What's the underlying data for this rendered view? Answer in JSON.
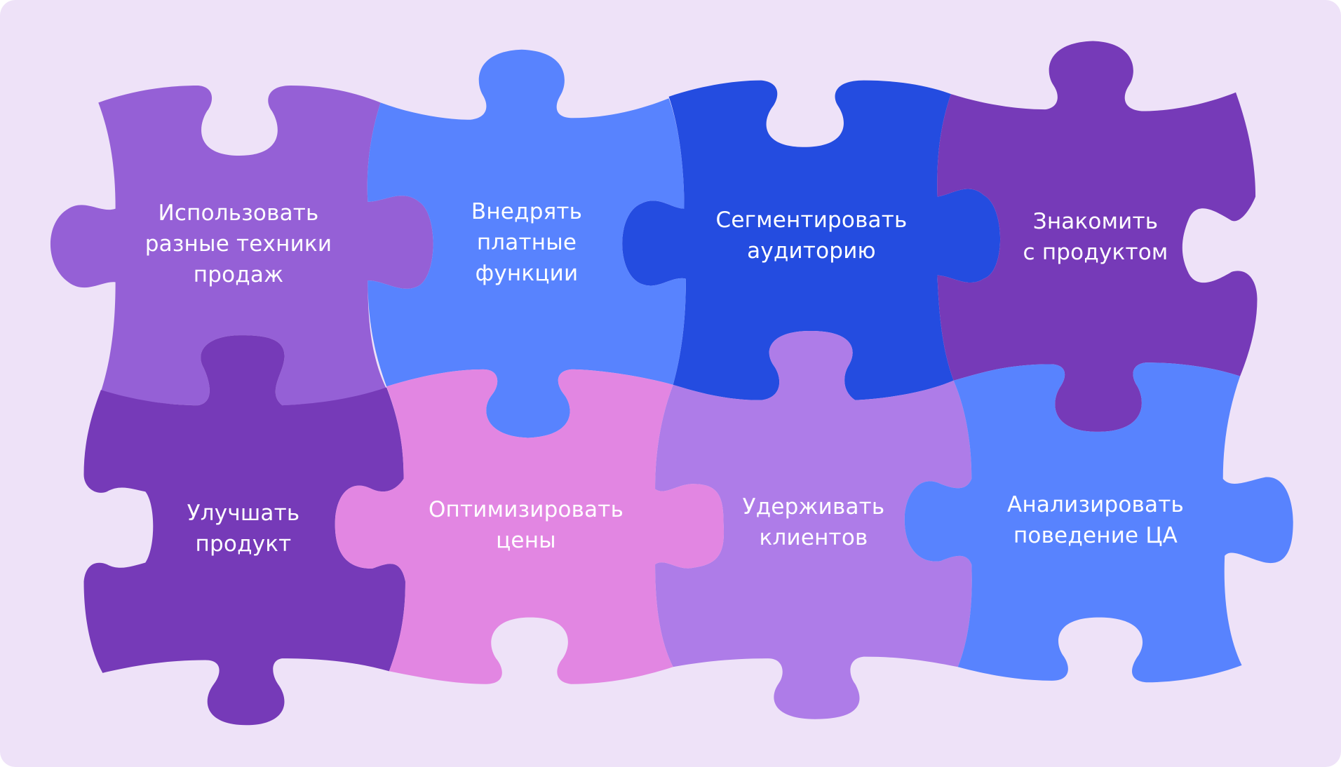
{
  "background": {
    "panel_color": "#EEE2F8"
  },
  "colors": {
    "violet": "#9560D6",
    "blue": "#5883FE",
    "royal_blue": "#244CE0",
    "deep_purple": "#763AB8",
    "pink": "#E286E2",
    "lavender": "#AE7CE8"
  },
  "pieces": [
    {
      "id": 1,
      "row": 1,
      "col": 1,
      "color": "#9560D6",
      "text": "Использовать\nразные техники\nпродаж"
    },
    {
      "id": 2,
      "row": 1,
      "col": 2,
      "color": "#5883FE",
      "text": "Внедрять\nплатные\nфункции"
    },
    {
      "id": 3,
      "row": 1,
      "col": 3,
      "color": "#244CE0",
      "text": "Сегментировать\nаудиторию"
    },
    {
      "id": 4,
      "row": 1,
      "col": 4,
      "color": "#763AB8",
      "text": "Знакомить\nс продуктом"
    },
    {
      "id": 5,
      "row": 2,
      "col": 1,
      "color": "#763AB8",
      "text": "Улучшать\nпродукт"
    },
    {
      "id": 6,
      "row": 2,
      "col": 2,
      "color": "#E286E2",
      "text": "Оптимизировать\nцены"
    },
    {
      "id": 7,
      "row": 2,
      "col": 3,
      "color": "#AE7CE8",
      "text": "Удерживать\nклиентов"
    },
    {
      "id": 8,
      "row": 2,
      "col": 4,
      "color": "#5883FE",
      "text": "Анализировать\nповедение ЦА"
    }
  ]
}
